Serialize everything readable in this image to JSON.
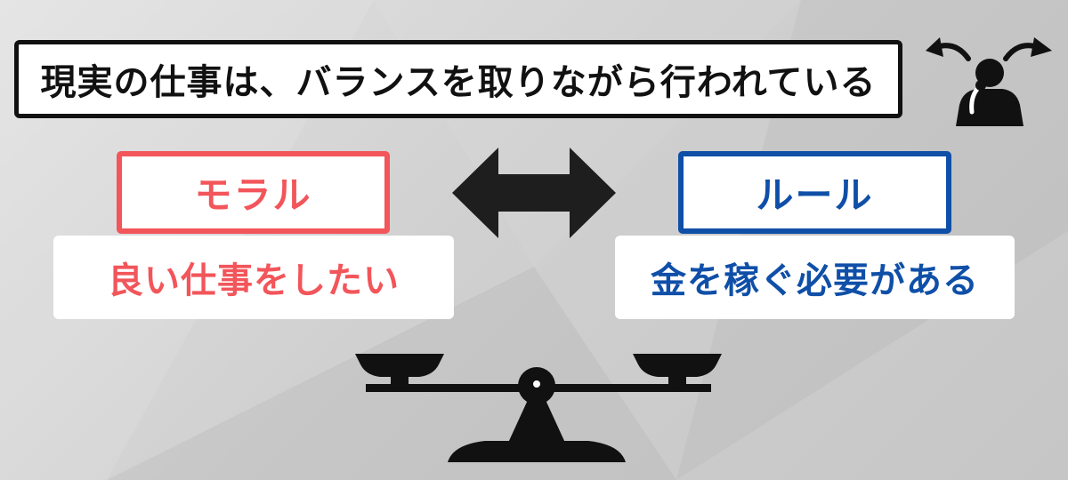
{
  "title": "現実の仕事は、バランスを取りながら行われている",
  "left": {
    "label": "モラル",
    "description": "良い仕事をしたい",
    "color": "#f2555a"
  },
  "right": {
    "label": "ルール",
    "description": "金を稼ぐ必要がある",
    "color": "#0f4fa8"
  },
  "icons": {
    "thinking_person": "thinking-person-icon",
    "double_arrow": "double-headed-arrow-icon",
    "balance_scale": "balance-scale-icon"
  }
}
